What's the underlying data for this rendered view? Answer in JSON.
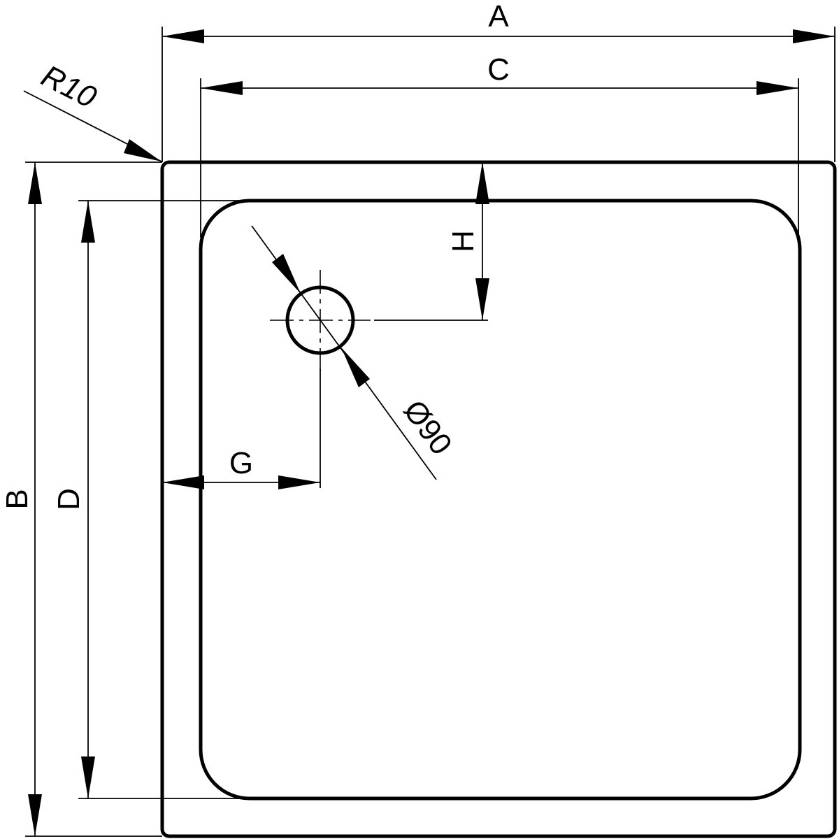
{
  "labels": {
    "width_a": "A",
    "inner_width_c": "C",
    "corner_radius": "R10",
    "height_b": "B",
    "inner_height_d": "D",
    "drain_offset_h": "H",
    "drain_offset_g": "G",
    "drain_diameter": "Ø90"
  },
  "colors": {
    "line": "#000000",
    "background": "#ffffff"
  }
}
